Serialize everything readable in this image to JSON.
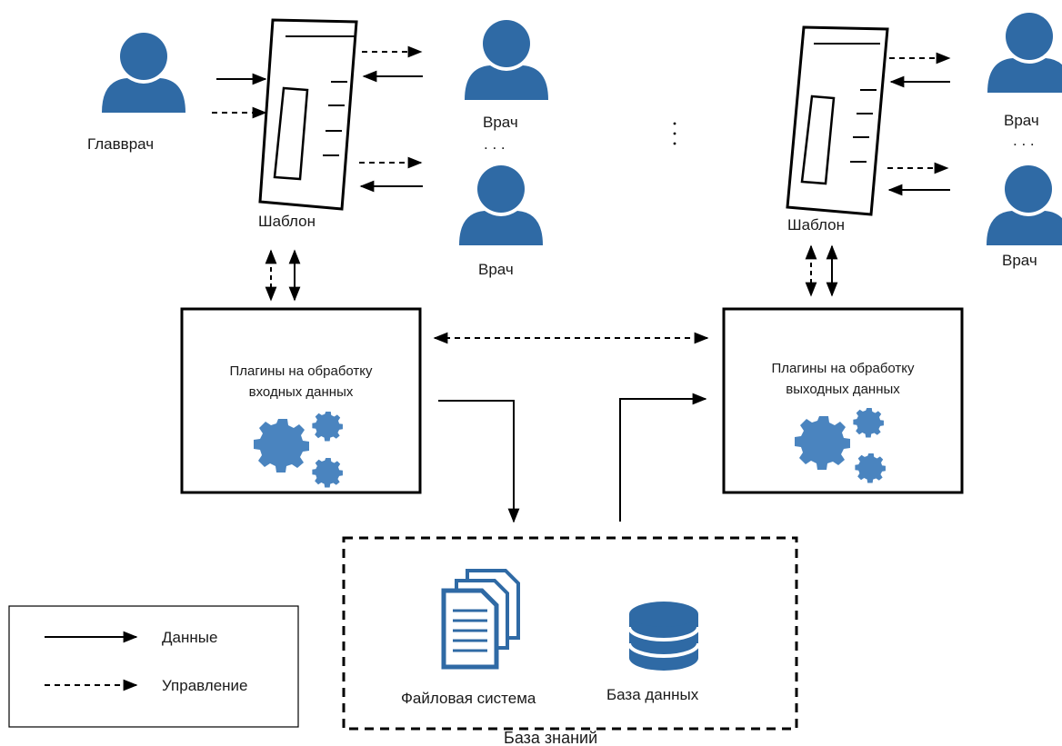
{
  "actors": {
    "head_doctor": "Главврач",
    "doctor_left_top": "Врач",
    "doctor_left_bottom": "Врач",
    "doctor_right_top": "Врач",
    "doctor_right_bottom": "Врач",
    "ellipsis_left": ". . .",
    "ellipsis_right": ". . ."
  },
  "templates": {
    "left_label": "Шаблон",
    "right_label": "Шаблон"
  },
  "plugins": {
    "input_line1": "Плагины на обработку",
    "input_line2": "входных данных",
    "output_line1": "Плагины на обработку",
    "output_line2": "выходных данных"
  },
  "knowledge_base": {
    "label": "База знаний",
    "file_system": "Файловая система",
    "database": "База данных"
  },
  "legend": {
    "data": "Данные",
    "control": "Управление"
  },
  "colors": {
    "icon_blue": "#2f6aa5",
    "gear_blue": "#4a84bf",
    "line": "#000000"
  },
  "icons": [
    "user-icon",
    "gears-icon",
    "documents-icon",
    "database-icon",
    "template-form-icon"
  ]
}
